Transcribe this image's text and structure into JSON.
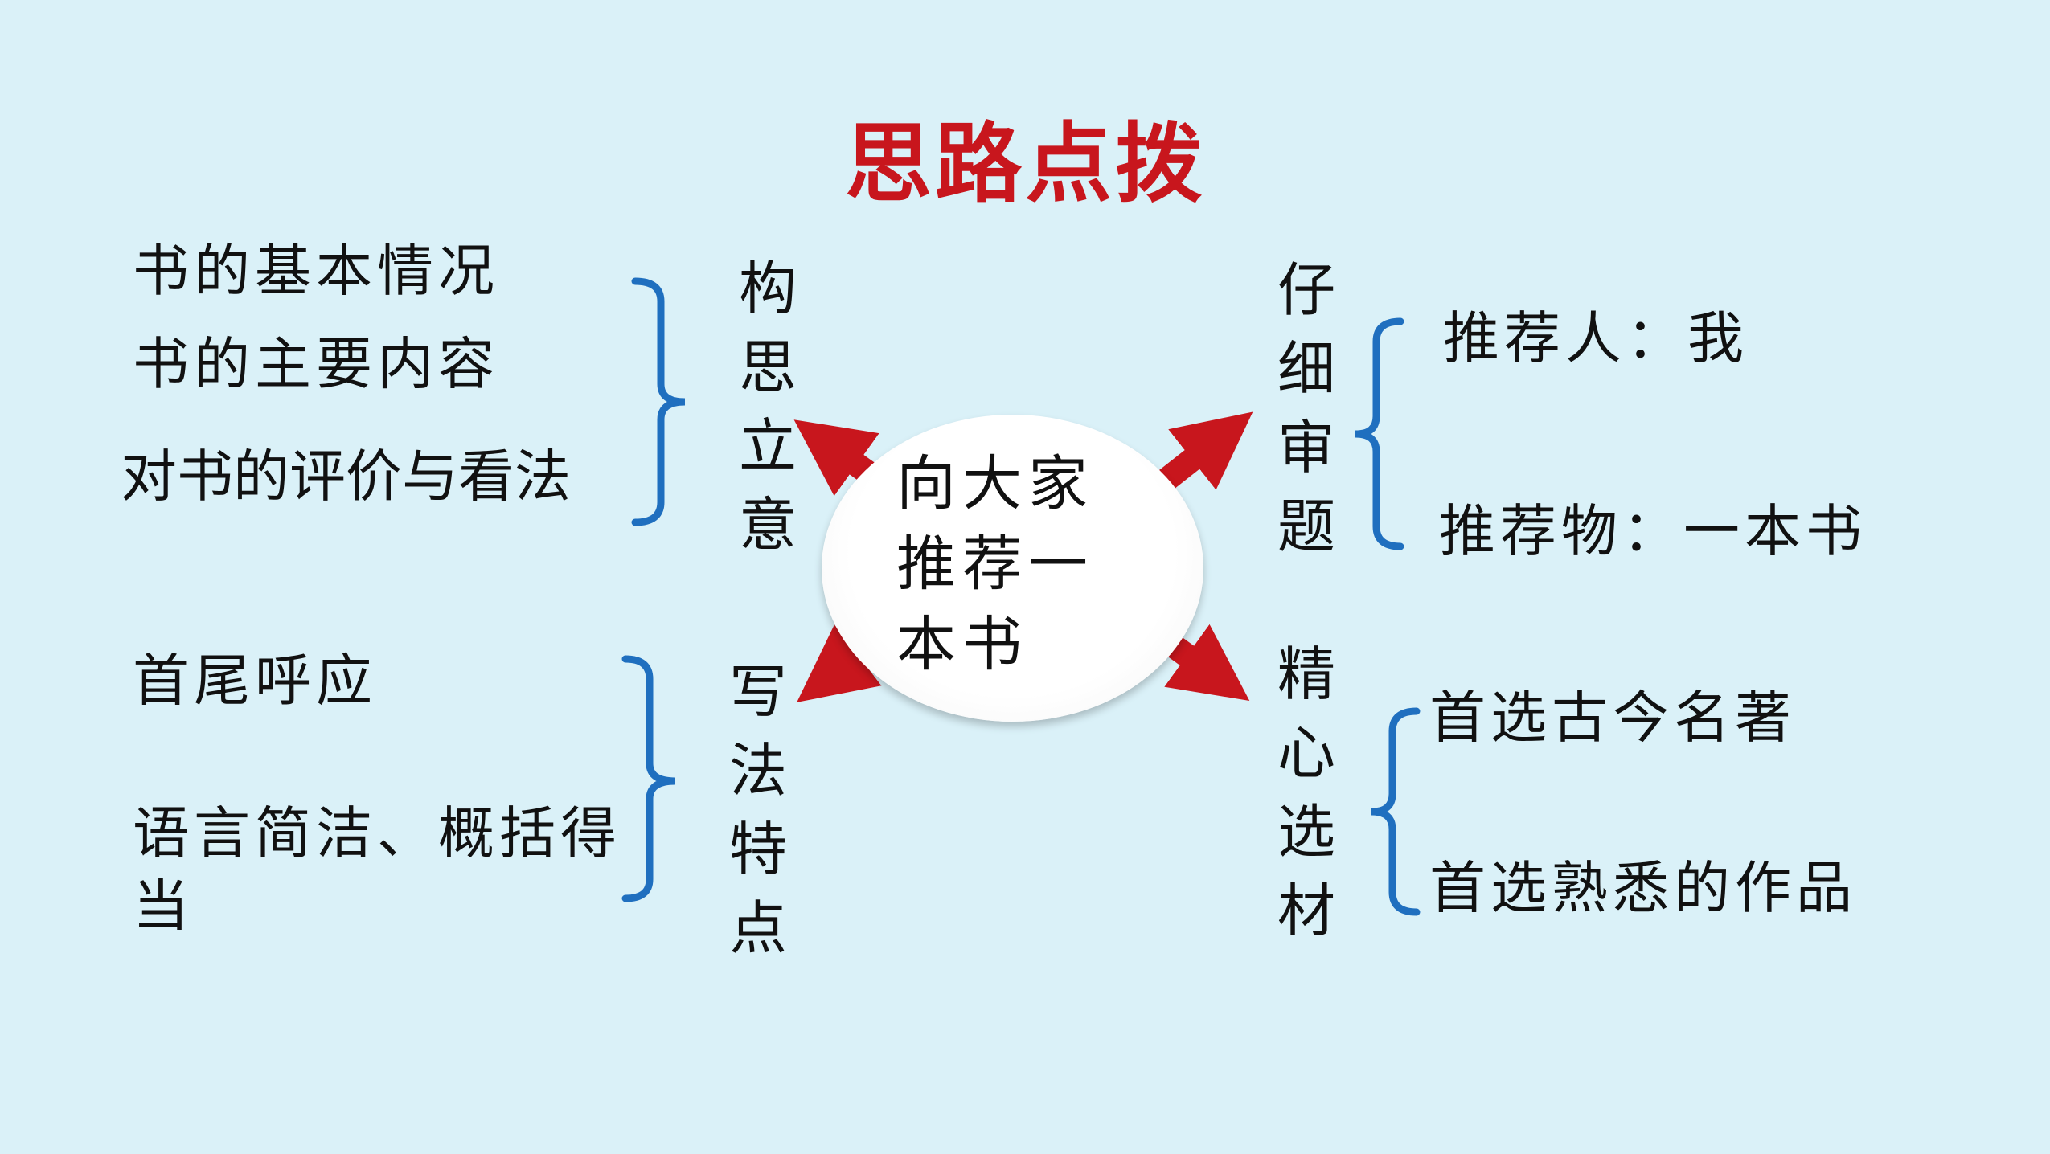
{
  "title": "思路点拨",
  "center": {
    "text": "向大家推荐一本书"
  },
  "branches": {
    "top_left": {
      "label": "构思立意",
      "items": [
        "书的基本情况",
        "书的主要内容",
        "对书的评价与看法"
      ]
    },
    "bottom_left": {
      "label": "写法特点",
      "items": [
        "首尾呼应",
        "语言简洁、概括得当"
      ]
    },
    "top_right": {
      "label": "仔细审题",
      "items": [
        "推荐人：我",
        "推荐物：一本书"
      ]
    },
    "bottom_right": {
      "label": "精心选材",
      "items": [
        "首选古今名著",
        "首选熟悉的作品"
      ]
    }
  },
  "colors": {
    "background": "#daf1f8",
    "title": "#c8161d",
    "arrow": "#c8161d",
    "bracket": "#1f6fbf"
  }
}
